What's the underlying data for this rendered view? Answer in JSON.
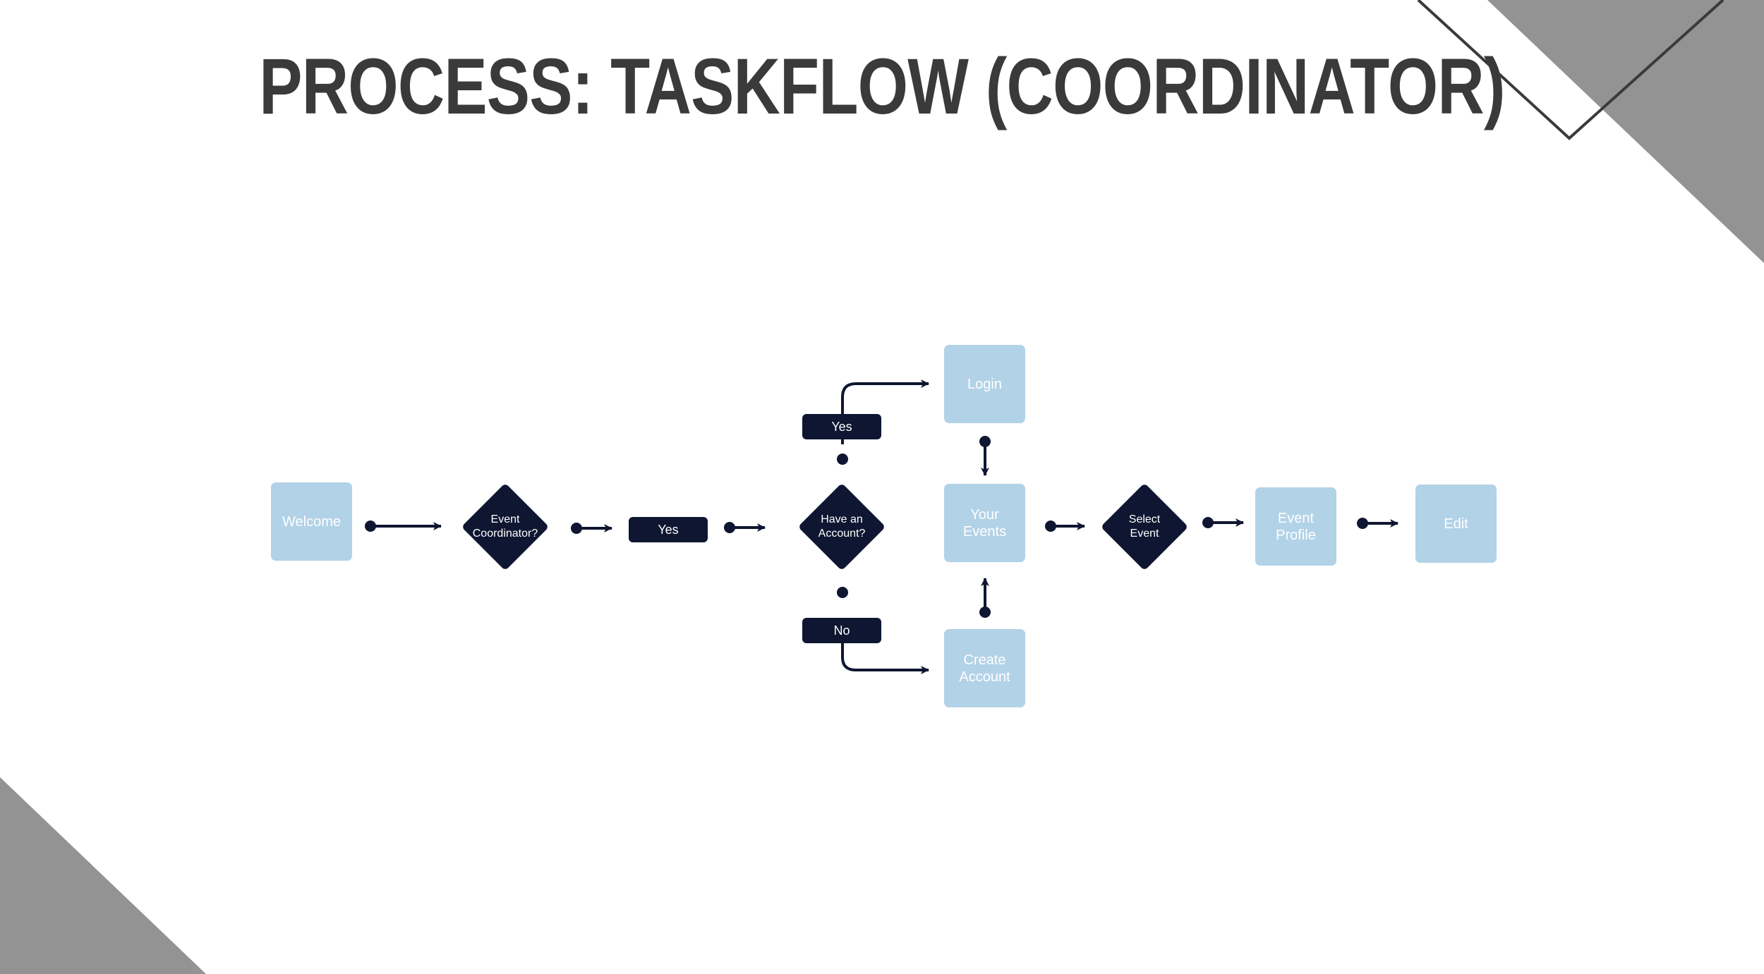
{
  "title": "PROCESS: TASKFLOW (COORDINATOR)",
  "colors": {
    "screen_box": "#b2d2e7",
    "decision": "#0e1631",
    "connector": "#0e1631",
    "title": "#3a3a3a",
    "corner_decoration": "#939393"
  },
  "nodes": {
    "welcome": "Welcome",
    "event_coordinator": "Event\nCoordinator?",
    "yes_pill": "Yes",
    "have_account": "Have an\nAccount?",
    "yes_branch": "Yes",
    "no_branch": "No",
    "login": "Login",
    "your_events": "Your\nEvents",
    "create_account": "Create\nAccount",
    "select_event": "Select\nEvent",
    "event_profile": "Event\nProfile",
    "edit": "Edit"
  }
}
